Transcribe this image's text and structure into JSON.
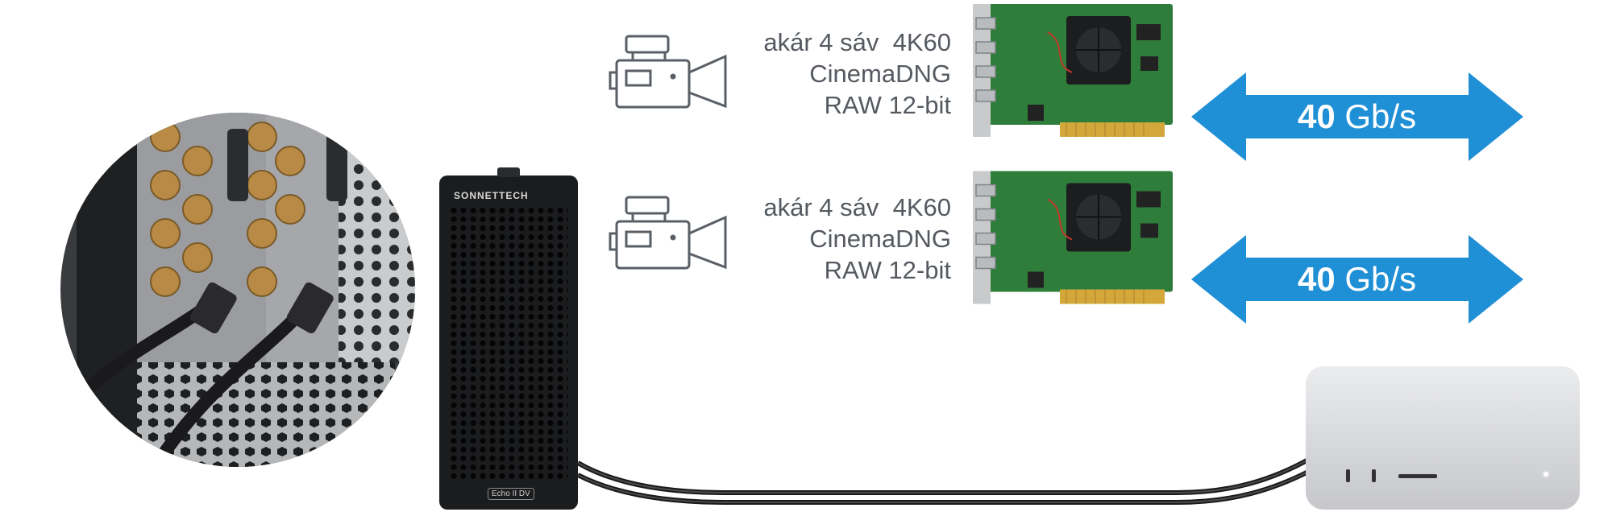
{
  "brand": {
    "enclosure_logo": "SONNETTECH",
    "enclosure_model": "Echo II DV"
  },
  "cards": [
    {
      "label_line1": "akár 4 sáv  4K60",
      "label_line2": "CinemaDNG",
      "label_line3": "RAW 12-bit",
      "icon": "video-camera-icon",
      "speed_value": "40",
      "speed_unit": "Gb/s"
    },
    {
      "label_line1": "akár 4 sáv  4K60",
      "label_line2": "CinemaDNG",
      "label_line3": "RAW 12-bit",
      "icon": "video-camera-icon",
      "speed_value": "40",
      "speed_unit": "Gb/s"
    }
  ],
  "colors": {
    "arrow": "#1f8fd6",
    "text": "#555a60",
    "pcb": "#2f7d3a",
    "enclosure": "#1b1c1e",
    "mac": "#d8d9db"
  }
}
